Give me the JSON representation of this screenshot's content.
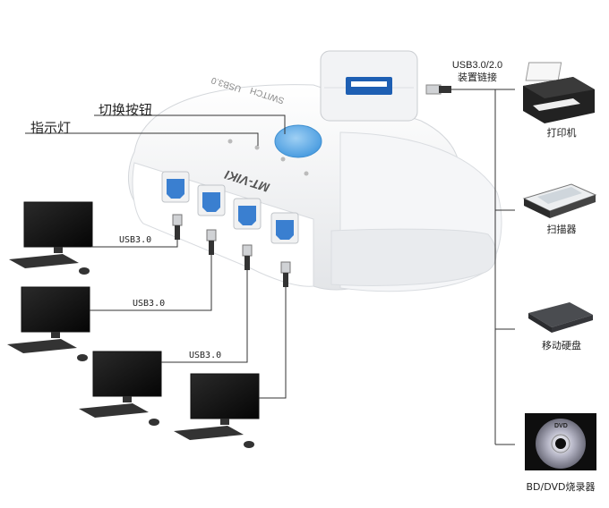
{
  "callouts": {
    "switch_button": "切换按钮",
    "indicator": "指示灯"
  },
  "device_text": {
    "brand": "MT-VIKI",
    "model_line1": "USB3.0",
    "model_line2": "SWITCH"
  },
  "top_link": {
    "line1": "USB3.0/2.0",
    "line2": "装置链接"
  },
  "cable_labels": [
    "USB3.0",
    "USB3.0",
    "USB3.0"
  ],
  "peripherals": [
    {
      "label": "打印机",
      "icon": "printer-icon"
    },
    {
      "label": "扫描器",
      "icon": "scanner-icon"
    },
    {
      "label": "移动硬盘",
      "icon": "hard-drive-icon"
    },
    {
      "label": "BD/DVD烧录器",
      "icon": "dvd-disc-icon"
    }
  ],
  "computers": [
    {
      "icon": "computer-icon"
    },
    {
      "icon": "computer-icon"
    },
    {
      "icon": "computer-icon"
    },
    {
      "icon": "computer-icon"
    }
  ],
  "colors": {
    "switch_body": "#f4f5f6",
    "button_blue": "#6ab3e8",
    "port_blue": "#3a7fd0",
    "line": "#333333"
  }
}
